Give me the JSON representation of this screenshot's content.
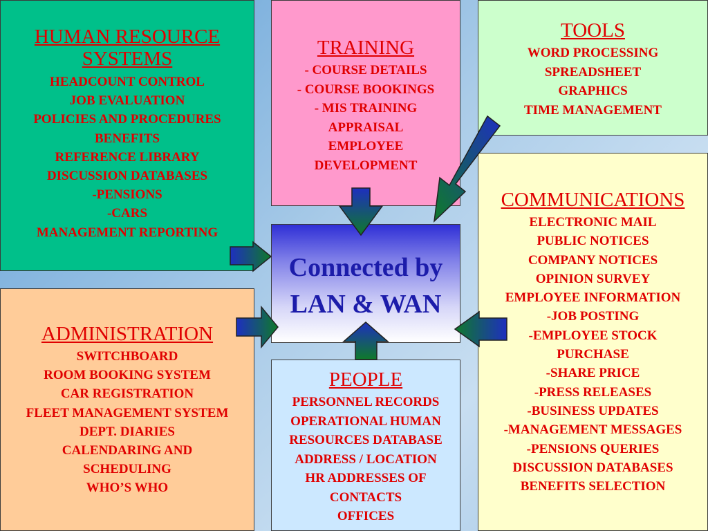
{
  "hr": {
    "title_lines": [
      "HUMAN RESOURCE",
      "SYSTEMS"
    ],
    "items": [
      "HEADCOUNT CONTROL",
      "JOB EVALUATION",
      "POLICIES AND PROCEDURES",
      "BENEFITS",
      "REFERENCE LIBRARY",
      "DISCUSSION DATABASES",
      "-PENSIONS",
      "-CARS",
      "MANAGEMENT REPORTING"
    ]
  },
  "training": {
    "title": "TRAINING",
    "items": [
      "- COURSE DETAILS",
      "- COURSE BOOKINGS",
      "- MIS TRAINING",
      "APPRAISAL",
      "EMPLOYEE",
      "DEVELOPMENT"
    ]
  },
  "tools": {
    "title": "TOOLS",
    "items": [
      "WORD PROCESSING",
      "SPREADSHEET",
      "GRAPHICS",
      "TIME MANAGEMENT"
    ]
  },
  "communications": {
    "title": "COMMUNICATIONS",
    "items": [
      "ELECTRONIC MAIL",
      "PUBLIC NOTICES",
      "COMPANY NOTICES",
      "OPINION SURVEY",
      "EMPLOYEE INFORMATION",
      "-JOB POSTING",
      "-EMPLOYEE STOCK",
      "PURCHASE",
      "-SHARE PRICE",
      "-PRESS RELEASES",
      "-BUSINESS UPDATES",
      "-MANAGEMENT MESSAGES",
      "-PENSIONS QUERIES",
      "DISCUSSION DATABASES",
      "BENEFITS SELECTION"
    ]
  },
  "administration": {
    "title": "ADMINISTRATION",
    "items": [
      "SWITCHBOARD",
      "ROOM BOOKING SYSTEM",
      "CAR REGISTRATION",
      "FLEET MANAGEMENT SYSTEM",
      "DEPT. DIARIES",
      "CALENDARING AND",
      "SCHEDULING",
      "WHO’S WHO"
    ]
  },
  "people": {
    "title": "PEOPLE",
    "items": [
      "PERSONNEL RECORDS",
      "OPERATIONAL HUMAN",
      "RESOURCES DATABASE",
      "ADDRESS / LOCATION",
      "HR ADDRESSES OF",
      "CONTACTS",
      "OFFICES"
    ]
  },
  "center": {
    "lines": [
      "Connected by",
      "LAN & WAN"
    ]
  },
  "colors": {
    "hr_bg": "#00c08a",
    "training_bg": "#ff99cc",
    "tools_bg": "#ccffcc",
    "communications_bg": "#ffffcc",
    "administration_bg": "#ffcc99",
    "people_bg": "#cce8ff",
    "box_text": "#e00000",
    "center_text": "#1c1caa",
    "arrow_gradient": [
      "#1e2fbf",
      "#0f7a2a"
    ]
  }
}
